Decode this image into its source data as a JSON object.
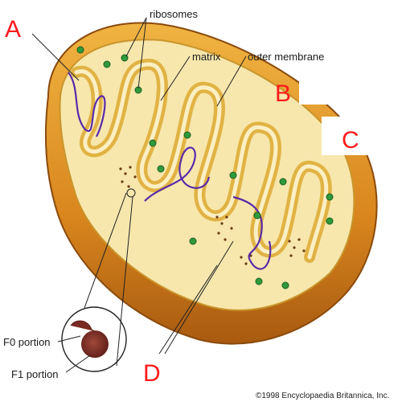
{
  "labels": {
    "ribosomes": "ribosomes",
    "matrix": "matrix",
    "outer_membrane": "outer membrane",
    "f0_portion": "F0 portion",
    "f1_portion": "F1 portion"
  },
  "markers": {
    "a": "A",
    "b": "B",
    "c": "C",
    "d": "D"
  },
  "credit": "©1998 Encyclopaedia Britannica, Inc.",
  "colors": {
    "outer": "#e39a2b",
    "outer_dark": "#b86412",
    "inner_membrane": "#f3d36a",
    "matrix": "#f6e4a8",
    "dna": "#5a2aa8",
    "ribosome": "#2f9a3a",
    "marker": "#ff1a1a"
  }
}
